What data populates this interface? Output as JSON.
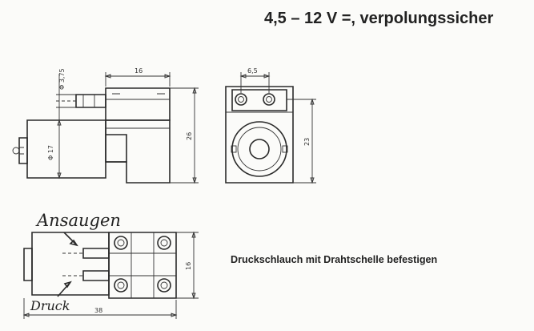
{
  "heading": "4,5 – 12 V =, verpolungssicher",
  "caption": "Druckschlauch mit Drahtschelle befestigen",
  "side_view": {
    "dim_top_width": "16",
    "dim_inlet_diameter": "Φ 3,75",
    "dim_height": "26",
    "dim_motor_diameter": "Φ 17"
  },
  "front_view": {
    "dim_port_spacing": "6,5",
    "dim_height": "23"
  },
  "top_view": {
    "label_intake": "Ansaugen",
    "label_pressure": "Druck",
    "dim_width": "16",
    "dim_length": "38"
  }
}
